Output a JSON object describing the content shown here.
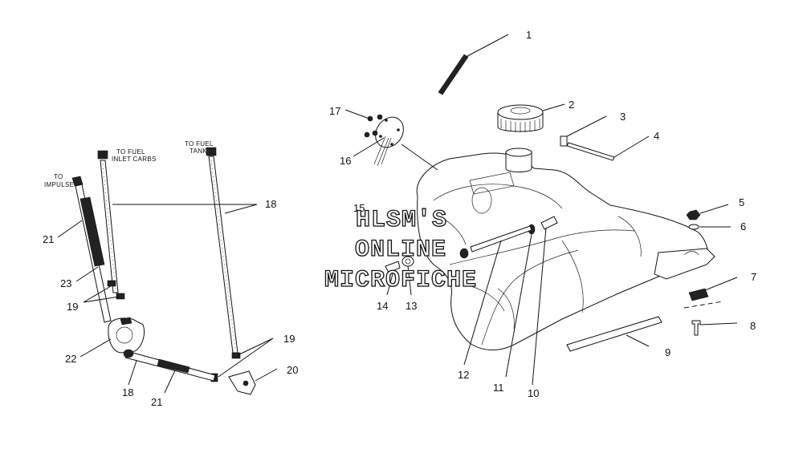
{
  "callouts": {
    "c1": "1",
    "c2": "2",
    "c3": "3",
    "c4": "4",
    "c5": "5",
    "c6": "6",
    "c7": "7",
    "c8": "8",
    "c9": "9",
    "c10": "10",
    "c11": "11",
    "c12": "12",
    "c13": "13",
    "c14": "14",
    "c15": "15",
    "c16": "16",
    "c17": "17",
    "c18a": "18",
    "c18b": "18",
    "c19a": "19",
    "c19b": "19",
    "c20": "20",
    "c21a": "21",
    "c21b": "21",
    "c22": "22",
    "c23": "23"
  },
  "annotations": {
    "impulse_1": "TO",
    "impulse_2": "IMPULSE",
    "carbs_1": "TO FUEL",
    "carbs_2": "INLET CARBS",
    "tank_1": "TO FUEL",
    "tank_2": "TANK"
  },
  "watermark": {
    "line1": "HLSM'S",
    "line2": "ONLINE",
    "line3": "MICROFICHE"
  }
}
